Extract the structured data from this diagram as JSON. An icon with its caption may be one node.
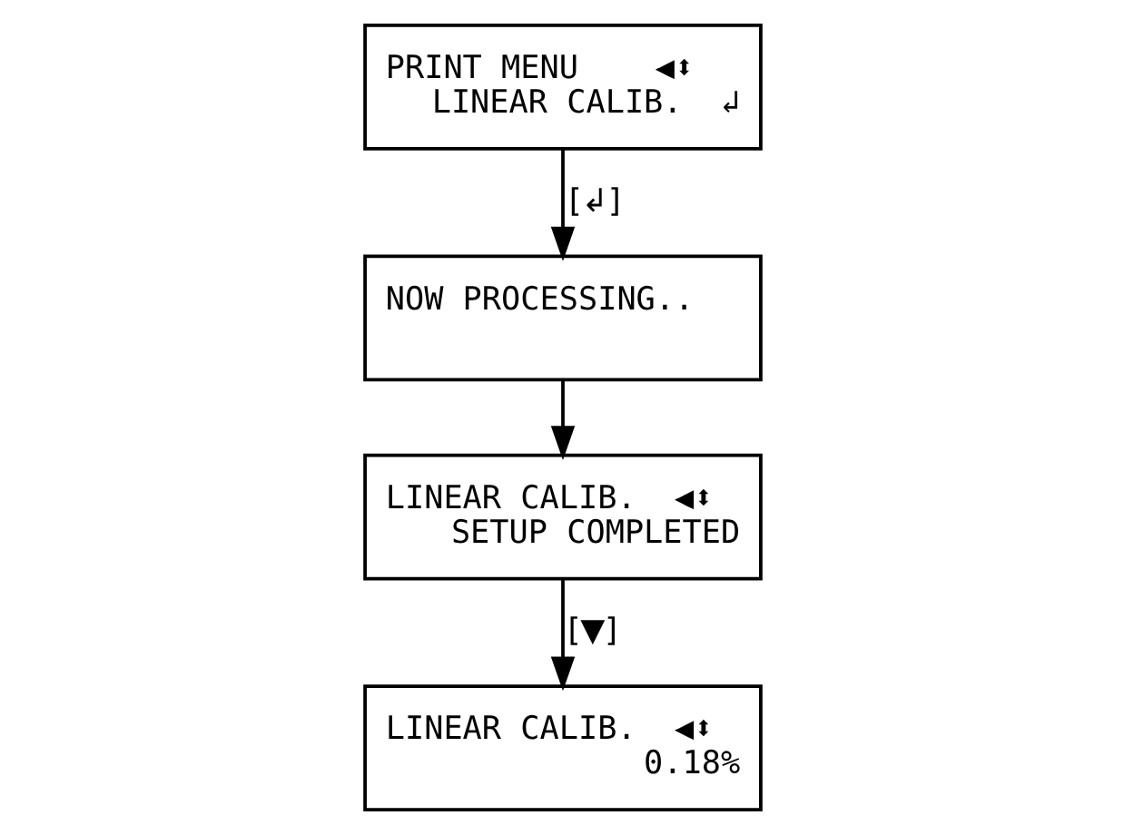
{
  "diagram": {
    "nodes": [
      {
        "text": [
          "PRINT MENU    ◀⬍",
          "LINEAR CALIB.  ↲"
        ]
      },
      {
        "text": [
          "NOW PROCESSING.."
        ]
      },
      {
        "text": [
          "LINEAR CALIB.  ◀⬍",
          "SETUP COMPLETED"
        ]
      },
      {
        "text": [
          "LINEAR CALIB.  ◀⬍",
          "0.18%"
        ]
      }
    ],
    "edges": [
      {
        "from": 0,
        "to": 1,
        "arrow": "to",
        "label": "[↲]"
      },
      {
        "from": 1,
        "to": 2,
        "arrow": "to"
      },
      {
        "from": 2,
        "to": 3,
        "arrow": "to",
        "label": "[▼]"
      }
    ]
  }
}
